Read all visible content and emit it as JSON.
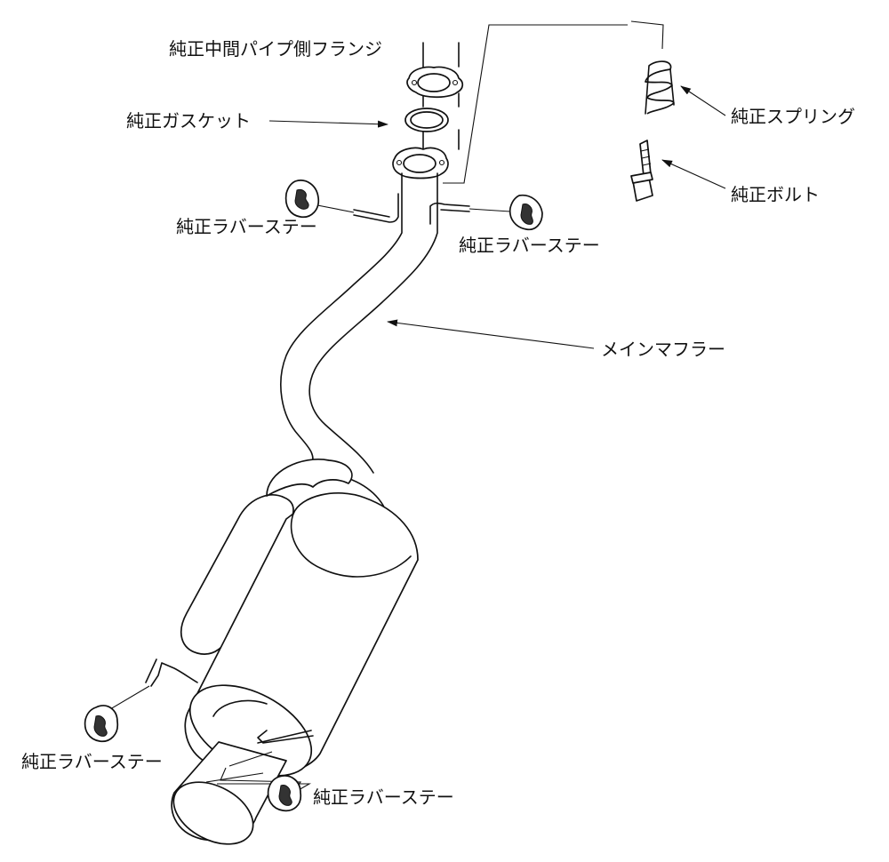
{
  "labels": {
    "flange": "純正中間パイプ側フランジ",
    "gasket": "純正ガスケット",
    "spring": "純正スプリング",
    "bolt": "純正ボルト",
    "rubber_stay_1": "純正ラバーステー",
    "rubber_stay_2": "純正ラバーステー",
    "main_muffler": "メインマフラー",
    "rubber_stay_3": "純正ラバーステー",
    "rubber_stay_4": "純正ラバーステー"
  }
}
